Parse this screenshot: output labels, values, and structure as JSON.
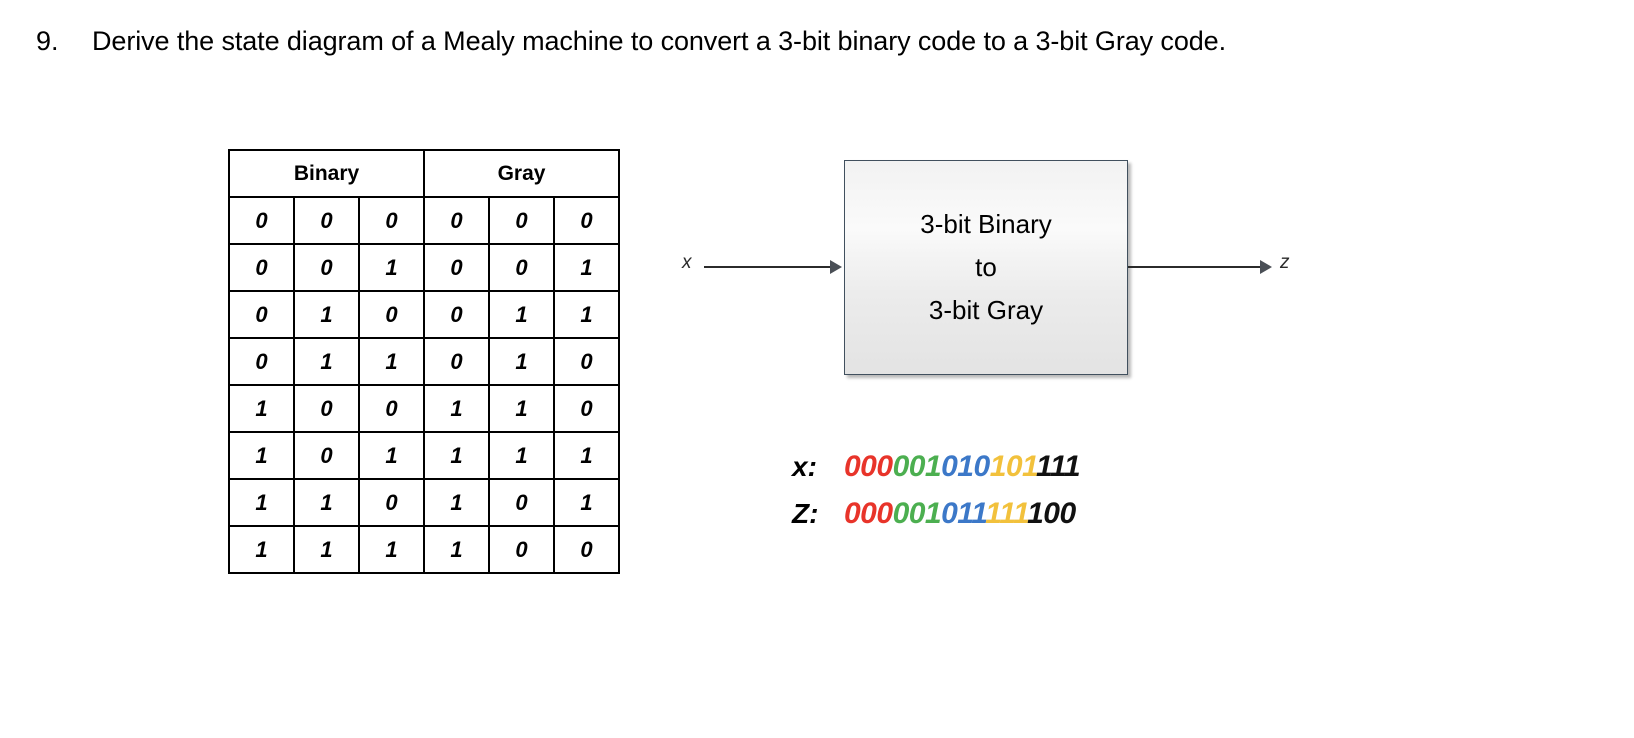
{
  "question": {
    "number": "9.",
    "text": "Derive the state diagram of a Mealy machine to convert a 3-bit binary code to a 3-bit Gray code."
  },
  "truth_table": {
    "group_headers": [
      {
        "label": "Binary",
        "span": 3
      },
      {
        "label": "Gray",
        "span": 3
      }
    ],
    "rows": [
      [
        "0",
        "0",
        "0",
        "0",
        "0",
        "0"
      ],
      [
        "0",
        "0",
        "1",
        "0",
        "0",
        "1"
      ],
      [
        "0",
        "1",
        "0",
        "0",
        "1",
        "1"
      ],
      [
        "0",
        "1",
        "1",
        "0",
        "1",
        "0"
      ],
      [
        "1",
        "0",
        "0",
        "1",
        "1",
        "0"
      ],
      [
        "1",
        "0",
        "1",
        "1",
        "1",
        "1"
      ],
      [
        "1",
        "1",
        "0",
        "1",
        "0",
        "1"
      ],
      [
        "1",
        "1",
        "1",
        "1",
        "0",
        "0"
      ]
    ]
  },
  "block_diagram": {
    "block_lines": [
      "3-bit Binary",
      "to",
      "3-bit Gray"
    ],
    "input_label": "x",
    "output_label": "z"
  },
  "sequences": {
    "colors": {
      "red": "#E8342A",
      "green": "#4CAF50",
      "blue": "#3C78C8",
      "yellow": "#F2C13C",
      "black": "#111111"
    },
    "rows": [
      {
        "label": "x:",
        "groups": [
          {
            "bits": "000",
            "color": "#E8342A"
          },
          {
            "bits": "001",
            "color": "#4CAF50"
          },
          {
            "bits": "010",
            "color": "#3C78C8"
          },
          {
            "bits": "101",
            "color": "#F2C13C"
          },
          {
            "bits": "111",
            "color": "#111111"
          }
        ]
      },
      {
        "label": "Z:",
        "groups": [
          {
            "bits": "000",
            "color": "#E8342A"
          },
          {
            "bits": "001",
            "color": "#4CAF50"
          },
          {
            "bits": "011",
            "color": "#3C78C8"
          },
          {
            "bits": "111",
            "color": "#F2C13C"
          },
          {
            "bits": "100",
            "color": "#111111"
          }
        ]
      }
    ]
  }
}
